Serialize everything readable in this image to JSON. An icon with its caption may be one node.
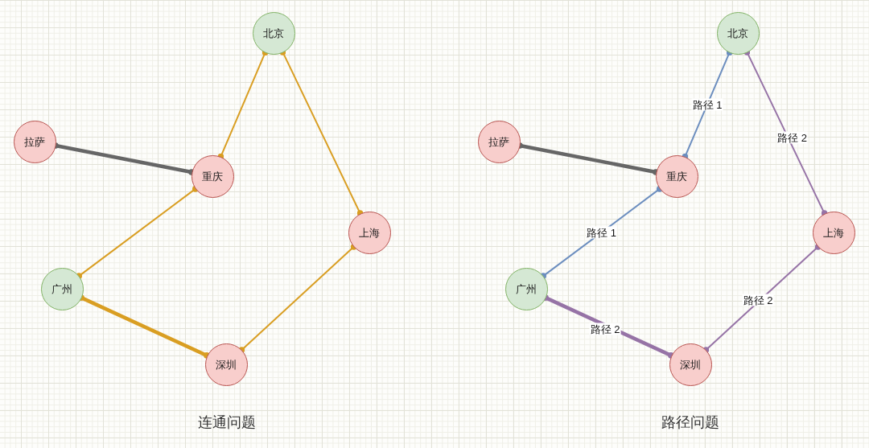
{
  "diagram": {
    "nodes": [
      {
        "text": [
          "北京"
        ]
      },
      {
        "text": [
          "拉萨"
        ]
      },
      {
        "text": [
          "重庆"
        ]
      },
      {
        "text": [
          "上海"
        ]
      },
      {
        "text": [
          "广州"
        ]
      },
      {
        "text": [
          "深圳"
        ]
      },
      {
        "text": [
          "北京"
        ]
      },
      {
        "text": [
          "拉萨"
        ]
      },
      {
        "text": [
          "重庆"
        ]
      },
      {
        "text": [
          "上海"
        ]
      },
      {
        "text": [
          "广州"
        ]
      },
      {
        "text": [
          "深圳"
        ]
      }
    ],
    "edges": [
      {
        "from": 1,
        "to": 2,
        "arrow": "other",
        "style": "thick",
        "color": "#666666"
      },
      {
        "from": 2,
        "to": 0,
        "arrow": "other"
      },
      {
        "from": 0,
        "to": 3,
        "arrow": "other"
      },
      {
        "from": 2,
        "to": 4,
        "arrow": "other"
      },
      {
        "from": 4,
        "to": 5,
        "arrow": "other",
        "style": "thick"
      },
      {
        "from": 5,
        "to": 3,
        "arrow": "other"
      },
      {
        "from": 7,
        "to": 8,
        "arrow": "other",
        "style": "thick",
        "color": "#666666"
      },
      {
        "from": 8,
        "to": 6,
        "arrow": "other",
        "label": "路径 1",
        "color": "#6c8ebf"
      },
      {
        "from": 6,
        "to": 9,
        "arrow": "other",
        "label": "路径 2",
        "color": "#9673a6"
      },
      {
        "from": 8,
        "to": 10,
        "arrow": "other",
        "label": "路径 1",
        "color": "#6c8ebf"
      },
      {
        "from": 10,
        "to": 11,
        "arrow": "other",
        "label": "路径 2",
        "style": "thick",
        "color": "#9673a6"
      },
      {
        "from": 11,
        "to": 9,
        "arrow": "other",
        "label": "路径 2",
        "color": "#9673a6"
      }
    ],
    "labels": [
      "连通问题",
      "路径问题"
    ]
  }
}
